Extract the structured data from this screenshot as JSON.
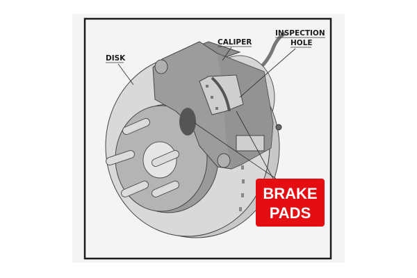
{
  "labels": {
    "disk": "DISK",
    "caliper": "CALIPER",
    "inspection_hole_line1": "INSPECTION",
    "inspection_hole_line2": "HOLE",
    "brake_pads_line1": "BRAKE",
    "brake_pads_line2": "PADS"
  },
  "colors": {
    "highlight_box": "#e40e12",
    "background": "#f4f4f4",
    "frame": "#1a1a1a"
  }
}
